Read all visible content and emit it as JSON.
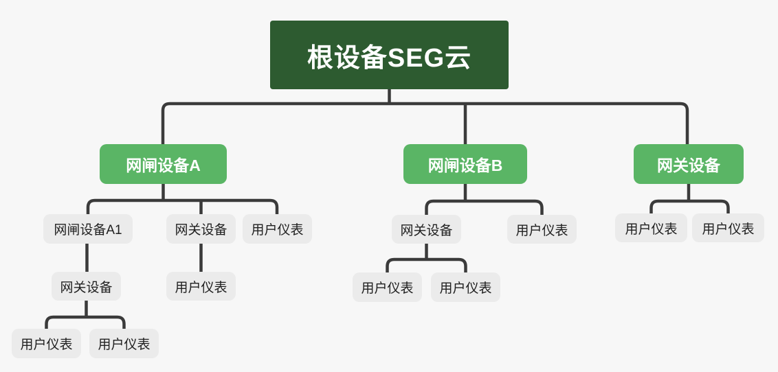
{
  "diagram_title": "根设备SEG云",
  "colors": {
    "root_bg": "#2d5b30",
    "branch_bg": "#5ab565",
    "leaf_bg": "#ebebeb",
    "line": "#3b3b3b",
    "canvas_bg": "#f7f7f7",
    "root_text": "#ffffff",
    "leaf_text": "#1f1f1f"
  },
  "tree": {
    "label": "根设备SEG云",
    "children": [
      {
        "label": "网闸设备A",
        "children": [
          {
            "label": "网闸设备A1",
            "children": [
              {
                "label": "网关设备",
                "children": [
                  {
                    "label": "用户仪表"
                  },
                  {
                    "label": "用户仪表"
                  }
                ]
              }
            ]
          },
          {
            "label": "网关设备",
            "children": [
              {
                "label": "用户仪表"
              }
            ]
          },
          {
            "label": "用户仪表"
          }
        ]
      },
      {
        "label": "网闸设备B",
        "children": [
          {
            "label": "网关设备",
            "children": [
              {
                "label": "用户仪表"
              },
              {
                "label": "用户仪表"
              }
            ]
          },
          {
            "label": "用户仪表"
          }
        ]
      },
      {
        "label": "网关设备",
        "children": [
          {
            "label": "用户仪表"
          },
          {
            "label": "用户仪表"
          }
        ]
      }
    ]
  }
}
